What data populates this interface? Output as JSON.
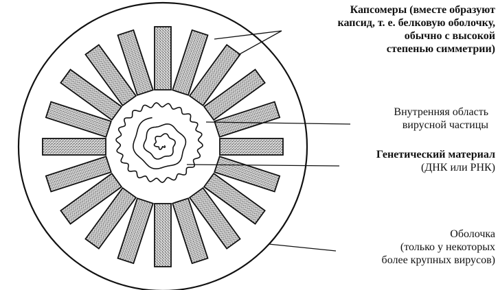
{
  "labels": {
    "capsomeres": {
      "lines": [
        "Капсомеры (вместе образуют",
        "капсид, т. е. белковую оболочку,",
        "обычно с высокой",
        "степенью симметрии)"
      ]
    },
    "interior": {
      "lines": [
        "Внутренняя область",
        "вирусной частицы"
      ]
    },
    "genetic": {
      "lines": [
        "Генетический материал",
        "(ДНК или РНК)"
      ]
    },
    "envelope": {
      "lines": [
        "Оболочка",
        "(только у некоторых",
        "более крупных вирусов)"
      ]
    }
  },
  "colors": {
    "ink": "#111111",
    "capsomere_fill": "#c8c8c8"
  },
  "capsomere_count": 20
}
